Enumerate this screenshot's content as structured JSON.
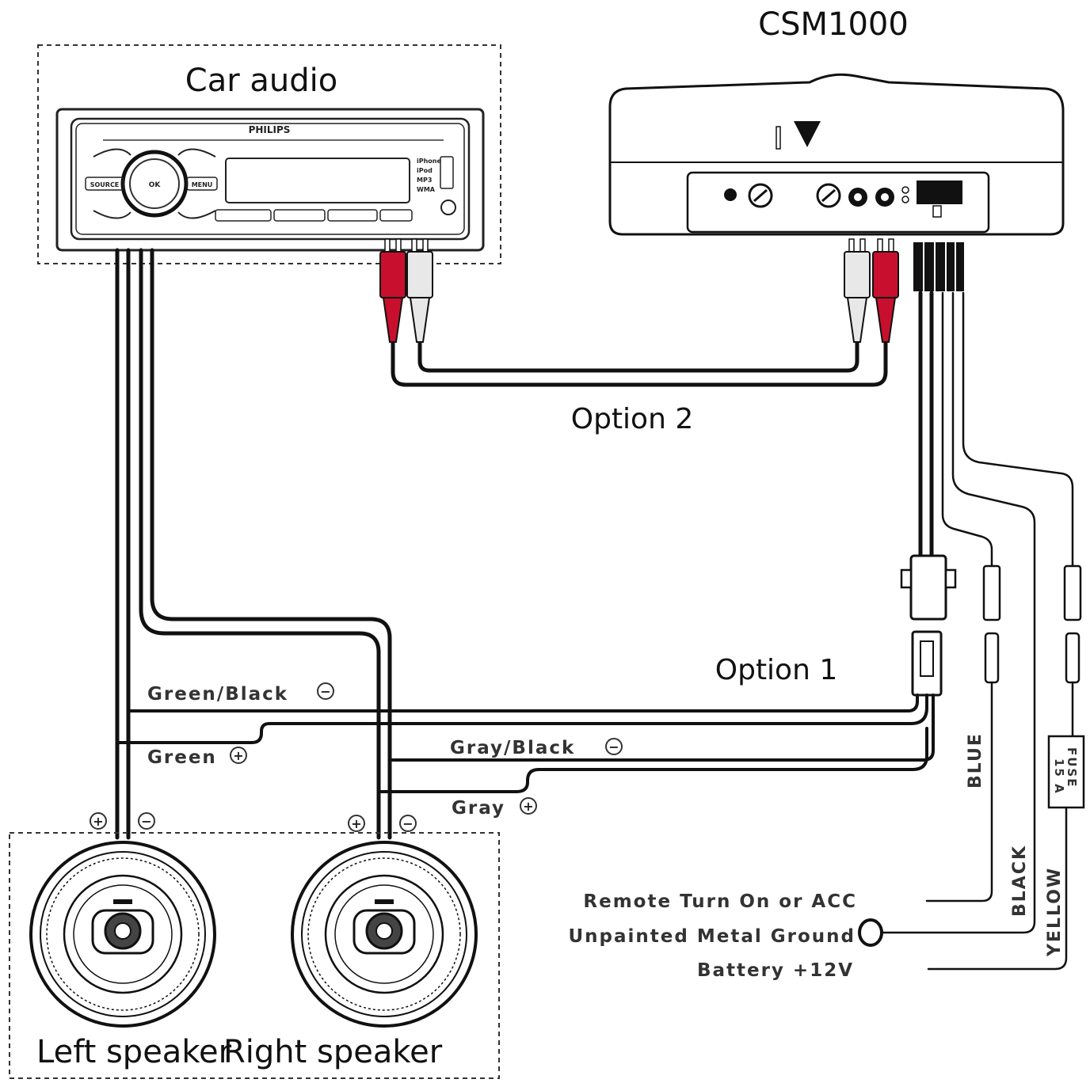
{
  "labels": {
    "csm_title": "CSM1000",
    "car_audio": "Car audio",
    "brand": "PHILIPS",
    "option_2": "Option 2",
    "option_1": "Option 1",
    "left_speaker": "Left speaker",
    "right_speaker": "Right speaker",
    "plus_symbol": "+",
    "minus_symbol": "−"
  },
  "wire_labels": {
    "green_black": "Green/Black",
    "green": "Green",
    "gray_black": "Gray/Black",
    "gray": "Gray",
    "blue": "BLUE",
    "black": "BLACK",
    "yellow": "YELLOW"
  },
  "connections": {
    "remote": "Remote Turn On or ACC",
    "ground": "Unpainted Metal Ground",
    "battery": "Battery +12V"
  },
  "fuse": {
    "line1": "FUSE",
    "line2": "15 A"
  },
  "head_unit": {
    "buttons": [
      "SOURCE",
      "MENU",
      "OK"
    ],
    "device_list": [
      "iPhone",
      "iPod",
      "MP3",
      "WMA"
    ]
  },
  "colors": {
    "rca_red": "#c8102e",
    "rca_white": "#e8e8e8",
    "line": "#111111"
  }
}
